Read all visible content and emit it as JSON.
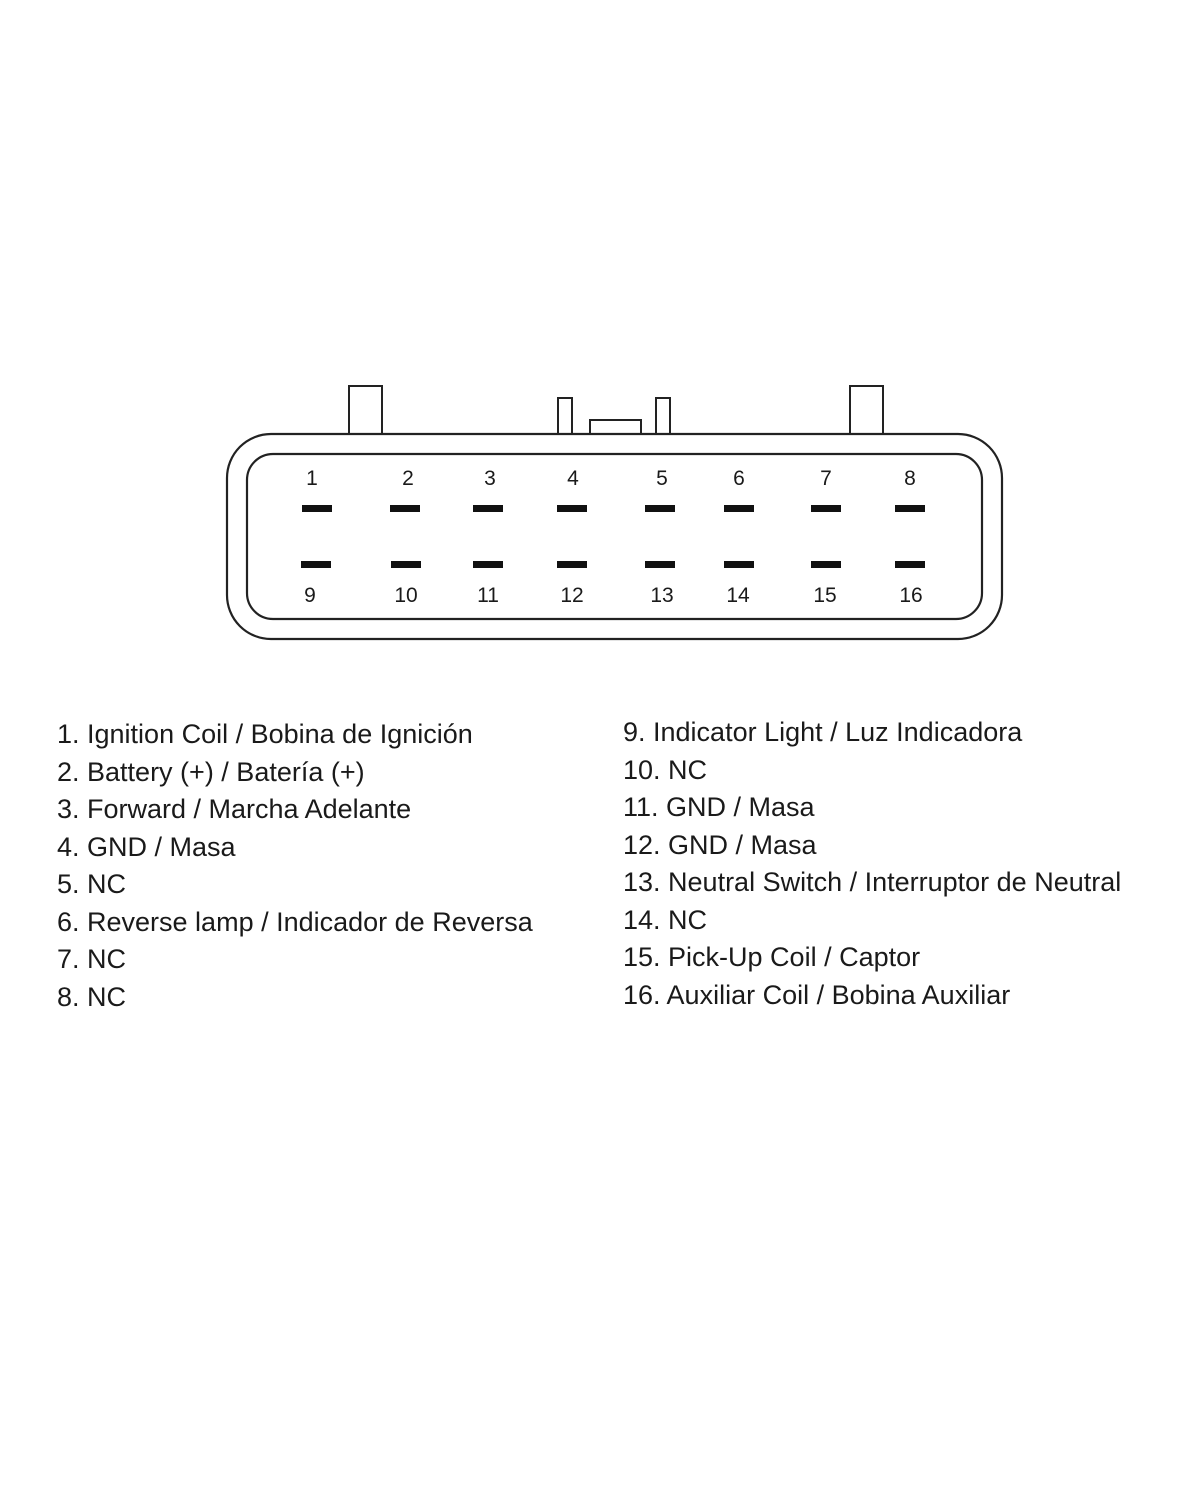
{
  "connector": {
    "top_row": [
      {
        "pin": "1"
      },
      {
        "pin": "2"
      },
      {
        "pin": "3"
      },
      {
        "pin": "4"
      },
      {
        "pin": "5"
      },
      {
        "pin": "6"
      },
      {
        "pin": "7"
      },
      {
        "pin": "8"
      }
    ],
    "bottom_row": [
      {
        "pin": "9"
      },
      {
        "pin": "10"
      },
      {
        "pin": "11"
      },
      {
        "pin": "12"
      },
      {
        "pin": "13"
      },
      {
        "pin": "14"
      },
      {
        "pin": "15"
      },
      {
        "pin": "16"
      }
    ]
  },
  "legend": {
    "left": [
      "1. Ignition Coil / Bobina de Ignición",
      "2. Battery (+) / Batería (+)",
      "3. Forward / Marcha Adelante",
      "4. GND / Masa",
      "5. NC",
      "6. Reverse lamp / Indicador de Reversa",
      "7. NC",
      "8. NC"
    ],
    "right": [
      "9. Indicator Light / Luz Indicadora",
      "10. NC",
      "11. GND / Masa",
      "12. GND / Masa",
      "13. Neutral Switch / Interruptor de Neutral",
      "14. NC",
      "15. Pick-Up Coil / Captor",
      "16. Auxiliar Coil / Bobina Auxiliar"
    ]
  }
}
